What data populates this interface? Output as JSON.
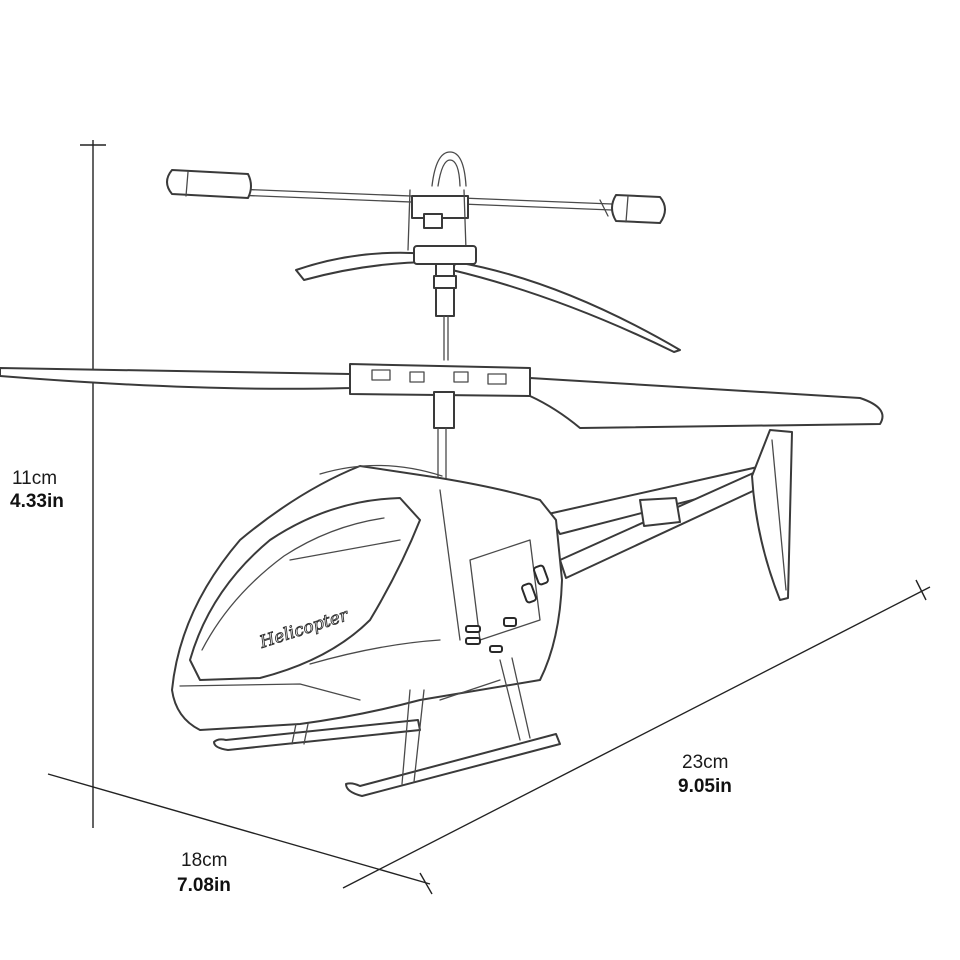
{
  "dimensions": {
    "height": {
      "cm": "11cm",
      "in": "4.33in"
    },
    "width": {
      "cm": "18cm",
      "in": "7.08in"
    },
    "length": {
      "cm": "23cm",
      "in": "9.05in"
    }
  },
  "product": {
    "logo_text": "Helicopter"
  },
  "colors": {
    "line": "#3a3a3a",
    "text": "#111111",
    "background": "#ffffff"
  }
}
